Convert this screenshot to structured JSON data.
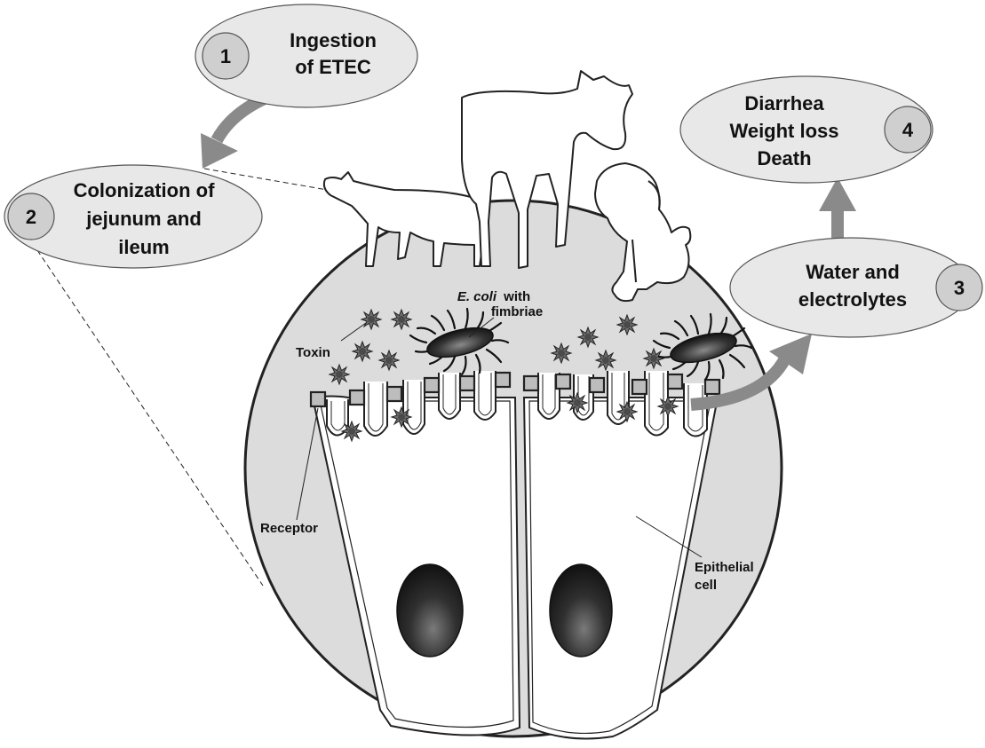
{
  "colors": {
    "ellipse_fill": "#e8e8e8",
    "number_fill": "#cfcfcf",
    "circle_fill": "#dcdcdc",
    "arrow": "#8a8a8a",
    "outline": "#2a2a2a",
    "cell_fill": "#ffffff",
    "nucleus": "#2b2b2b",
    "receptor_fill": "#bdbdbd"
  },
  "steps": [
    {
      "number": "1",
      "lines": [
        "Ingestion",
        "of ETEC"
      ]
    },
    {
      "number": "2",
      "lines": [
        "Colonization of",
        "jejunum and",
        "ileum"
      ]
    },
    {
      "number": "3",
      "lines": [
        "Water and",
        "electrolytes"
      ]
    },
    {
      "number": "4",
      "lines": [
        "Diarrhea",
        "Weight loss",
        "Death"
      ]
    }
  ],
  "labels": {
    "ecoli_italic": "E. coli",
    "ecoli_with": "with",
    "fimbriae": "fimbriae",
    "toxin": "Toxin",
    "receptor": "Receptor",
    "epithelial": "Epithelial",
    "cell": "cell"
  },
  "icons": [
    "pig-icon",
    "calf-icon",
    "puppy-icon",
    "ecoli-bacterium-icon",
    "toxin-icon",
    "receptor-icon",
    "nucleus-icon"
  ]
}
